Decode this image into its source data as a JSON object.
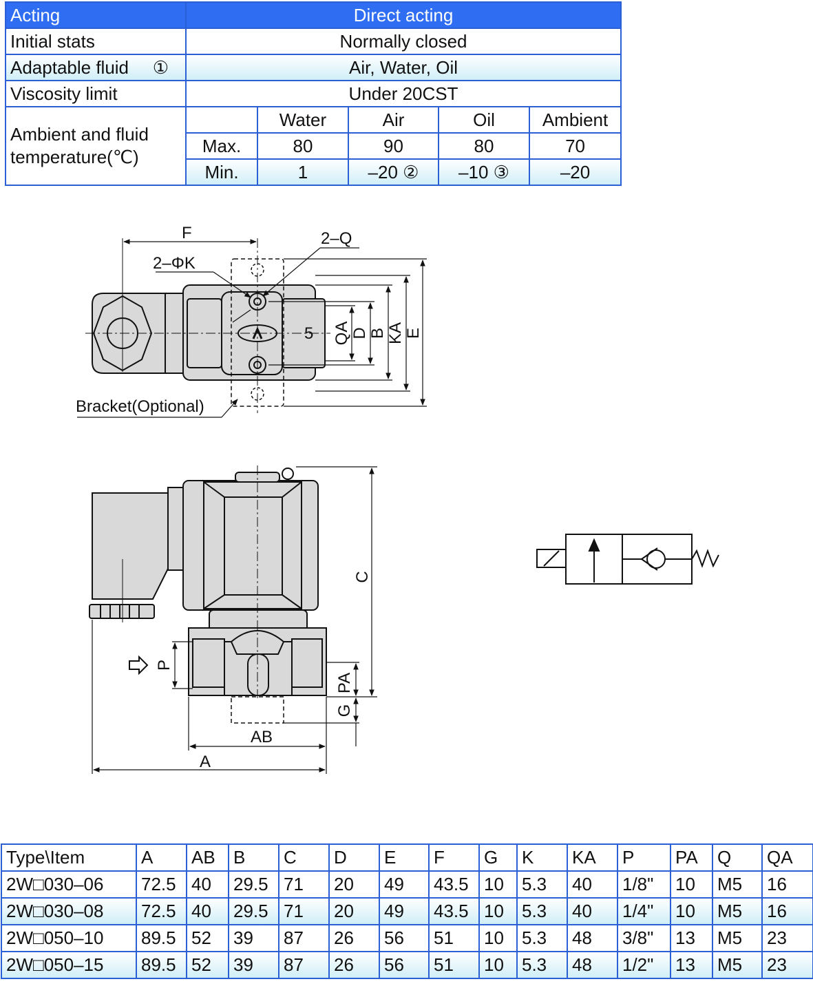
{
  "spec_table": {
    "acting_label": "Acting",
    "acting_value": "Direct acting",
    "initial_label": "Initial stats",
    "initial_value": "Normally closed",
    "fluid_label": "Adaptable fluid",
    "fluid_note": "①",
    "fluid_value": "Air,  Water, Oil",
    "viscosity_label": "Viscosity limit",
    "viscosity_value": "Under 20CST",
    "temp_label_1": "Ambient and fluid",
    "temp_label_2": "temperature(℃)",
    "temp_headers": [
      "Water",
      "Air",
      "Oil",
      "Ambient"
    ],
    "max_label": "Max.",
    "max_values": [
      "80",
      "90",
      "80",
      "70"
    ],
    "min_label": "Min.",
    "min_values": [
      "1",
      "–20 ②",
      "–10 ③",
      "–20"
    ]
  },
  "top_view_labels": {
    "F": "F",
    "K": "2–ΦK",
    "Q": "2–Q",
    "five": "5",
    "QA": "QA",
    "D": "D",
    "B": "B",
    "KA": "KA",
    "E": "E",
    "bracket": "Bracket(Optional)"
  },
  "side_view_labels": {
    "C": "C",
    "P": "P",
    "PA": "PA",
    "G": "G",
    "AB": "AB",
    "A": "A"
  },
  "dimension_table": {
    "headers": [
      "Type\\Item",
      "A",
      "AB",
      "B",
      "C",
      "D",
      "E",
      "F",
      "G",
      "K",
      "KA",
      "P",
      "PA",
      "Q",
      "QA"
    ],
    "rows": [
      [
        "2W□030–06",
        "72.5",
        "40",
        "29.5",
        "71",
        "20",
        "49",
        "43.5",
        "10",
        "5.3",
        "40",
        "1/8\"",
        "10",
        "M5",
        "16"
      ],
      [
        "2W□030–08",
        "72.5",
        "40",
        "29.5",
        "71",
        "20",
        "49",
        "43.5",
        "10",
        "5.3",
        "40",
        "1/4\"",
        "10",
        "M5",
        "16"
      ],
      [
        "2W□050–10",
        "89.5",
        "52",
        "39",
        "87",
        "26",
        "56",
        "51",
        "10",
        "5.3",
        "48",
        "3/8\"",
        "13",
        "M5",
        "23"
      ],
      [
        "2W□050–15",
        "89.5",
        "52",
        "39",
        "87",
        "26",
        "56",
        "51",
        "10",
        "5.3",
        "48",
        "1/2\"",
        "13",
        "M5",
        "23"
      ]
    ]
  }
}
